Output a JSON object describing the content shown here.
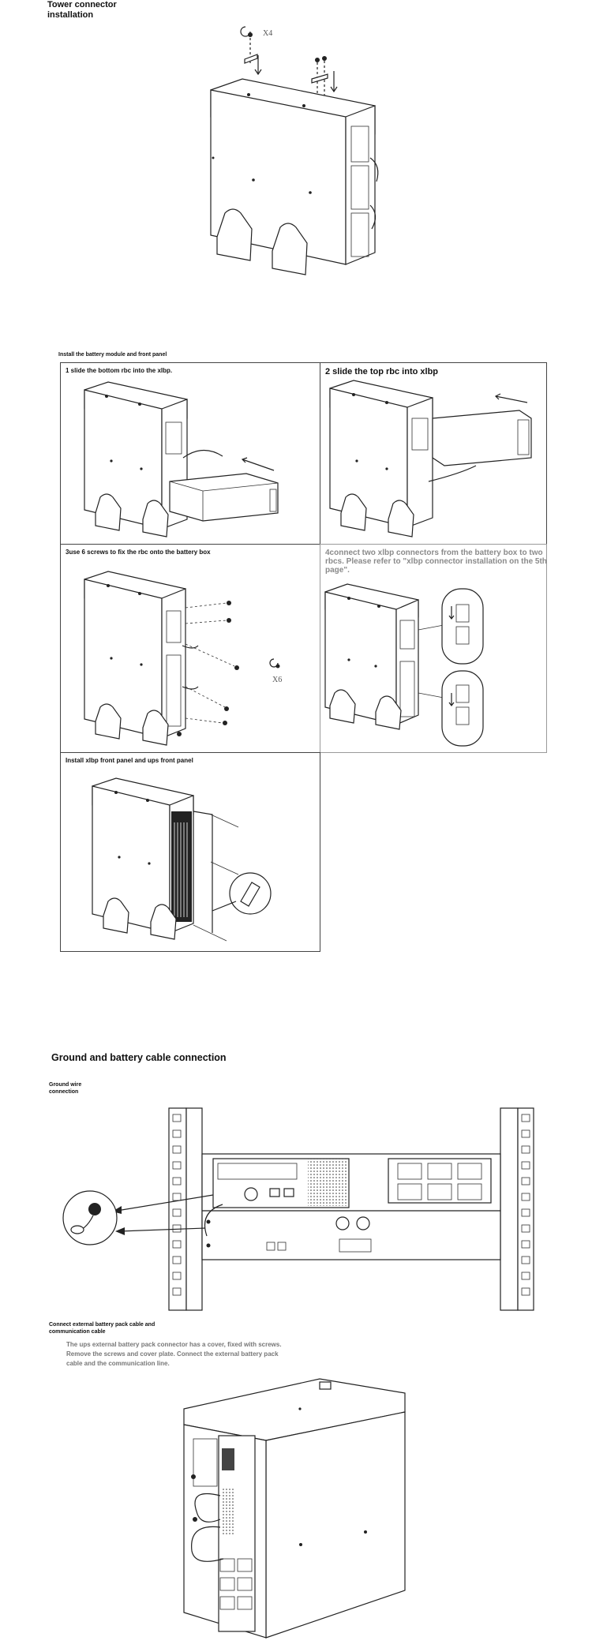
{
  "tower": {
    "title": "Tower connector installation",
    "screw_note": "X4"
  },
  "install": {
    "title": "Install the battery module and front panel",
    "steps": [
      {
        "label": "1 slide the bottom rbc into the xlbp."
      },
      {
        "label": "2 slide the top rbc into xlbp"
      },
      {
        "label": "3use 6 screws to fix the rbc onto the battery box",
        "screw_note": "X6"
      },
      {
        "label": "4connect two xlbp connectors from the battery box to two rbcs. Please refer to \"xlbp connector installation on the 5th page\"."
      },
      {
        "label": "Install xlbp front panel and ups front panel"
      }
    ]
  },
  "ground": {
    "title": "Ground and battery cable connection",
    "ground_wire_label": "Ground wire connection",
    "external_label": "Connect external battery pack cable and communication cable",
    "external_text": "The ups external battery pack connector has a cover, fixed with screws. Remove the screws and cover plate. Connect the external battery pack cable and the communication line."
  }
}
